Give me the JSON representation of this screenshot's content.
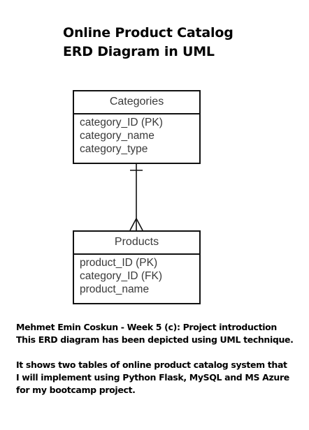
{
  "title": {
    "line1": "Online Product Catalog",
    "line2": "ERD Diagram in UML"
  },
  "entities": {
    "categories": {
      "name": "Categories",
      "attributes": [
        "category_ID (PK)",
        "category_name",
        "category_type"
      ]
    },
    "products": {
      "name": "Products",
      "attributes": [
        "product_ID (PK)",
        "category_ID (FK)",
        "product_name"
      ]
    }
  },
  "relationship": {
    "from": "Categories",
    "to": "Products",
    "from_cardinality": "one",
    "to_cardinality": "many"
  },
  "description": {
    "line1": "Mehmet Emin Coskun - Week 5 (c): Project introduction",
    "line2": "This ERD diagram has been depicted using UML technique.",
    "line3": "It shows two tables of online product catalog system that",
    "line4": "I will implement using Python Flask, MySQL and MS Azure",
    "line5": "for my bootcamp project."
  },
  "colors": {
    "border": "#111111",
    "text": "#3a3a3a",
    "background": "#ffffff"
  }
}
